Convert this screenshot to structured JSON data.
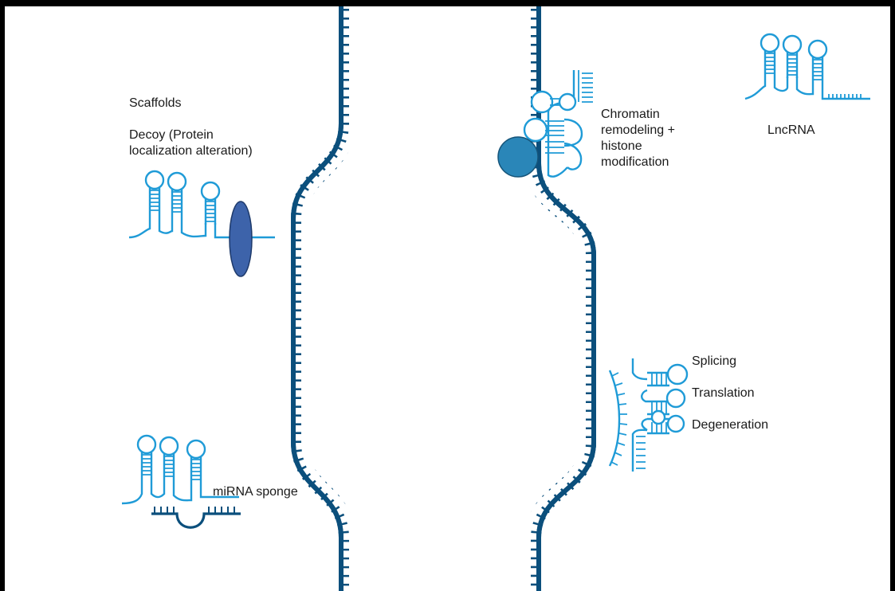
{
  "labels": {
    "scaffolds": "Scaffolds",
    "decoy": "Decoy (Protein\nlocalization alteration)",
    "mirna_sponge": "miRNA sponge",
    "chromatin": "Chromatin\nremodeling +\nhistone\nmodification",
    "lncrna": "LncRNA",
    "splicing": "Splicing",
    "translation": "Translation",
    "degeneration": "Degeneration"
  },
  "colors": {
    "dna_strand": "#0b4f7c",
    "rna": "#1f9bd7",
    "protein_oval": "#3d63aa",
    "protein_round": "#2a86b8",
    "border": "#000000"
  }
}
